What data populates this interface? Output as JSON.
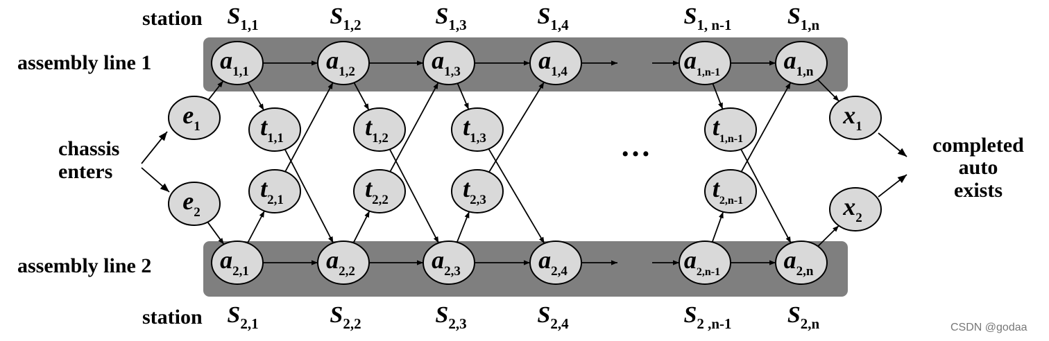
{
  "labels": {
    "line1": "assembly line 1",
    "line2": "assembly line 2",
    "station_word": "station",
    "chassis_1": "chassis",
    "chassis_2": "enters",
    "completed_1": "completed",
    "completed_2": "auto",
    "completed_3": "exists",
    "ellipsis": "…",
    "watermark": "CSDN @godaa"
  },
  "stations_top": [
    {
      "main": "S",
      "sub": "1,1"
    },
    {
      "main": "S",
      "sub": "1,2"
    },
    {
      "main": "S",
      "sub": "1,3"
    },
    {
      "main": "S",
      "sub": "1,4"
    },
    {
      "main": "S",
      "sub": "1, n-1"
    },
    {
      "main": "S",
      "sub": "1,n"
    }
  ],
  "stations_bottom": [
    {
      "main": "S",
      "sub": "2,1"
    },
    {
      "main": "S",
      "sub": "2,2"
    },
    {
      "main": "S",
      "sub": "2,3"
    },
    {
      "main": "S",
      "sub": "2,4"
    },
    {
      "main": "S",
      "sub": "2 ,n-1"
    },
    {
      "main": "S",
      "sub": "2,n"
    }
  ],
  "nodes": {
    "e1": {
      "main": "e",
      "sub": "1"
    },
    "e2": {
      "main": "e",
      "sub": "2"
    },
    "a11": {
      "main": "a",
      "sub": "1,1"
    },
    "a12": {
      "main": "a",
      "sub": "1,2"
    },
    "a13": {
      "main": "a",
      "sub": "1,3"
    },
    "a14": {
      "main": "a",
      "sub": "1,4"
    },
    "a1n1": {
      "main": "a",
      "sub": "1,n-1"
    },
    "a1n": {
      "main": "a",
      "sub": "1,n"
    },
    "a21": {
      "main": "a",
      "sub": "2,1"
    },
    "a22": {
      "main": "a",
      "sub": "2,2"
    },
    "a23": {
      "main": "a",
      "sub": "2,3"
    },
    "a24": {
      "main": "a",
      "sub": "2,4"
    },
    "a2n1": {
      "main": "a",
      "sub": "2,n-1"
    },
    "a2n": {
      "main": "a",
      "sub": "2,n"
    },
    "t11": {
      "main": "t",
      "sub": "1,1"
    },
    "t12": {
      "main": "t",
      "sub": "1,2"
    },
    "t13": {
      "main": "t",
      "sub": "1,3"
    },
    "t1n1": {
      "main": "t",
      "sub": "1,n-1"
    },
    "t21": {
      "main": "t",
      "sub": "2,1"
    },
    "t22": {
      "main": "t",
      "sub": "2,2"
    },
    "t23": {
      "main": "t",
      "sub": "2,3"
    },
    "t2n1": {
      "main": "t",
      "sub": "2,n-1"
    },
    "x1": {
      "main": "x",
      "sub": "1"
    },
    "x2": {
      "main": "x",
      "sub": "2"
    }
  },
  "colors": {
    "band": "#7f7f7f",
    "node_fill": "#d9d9d9",
    "stroke": "#000000"
  }
}
